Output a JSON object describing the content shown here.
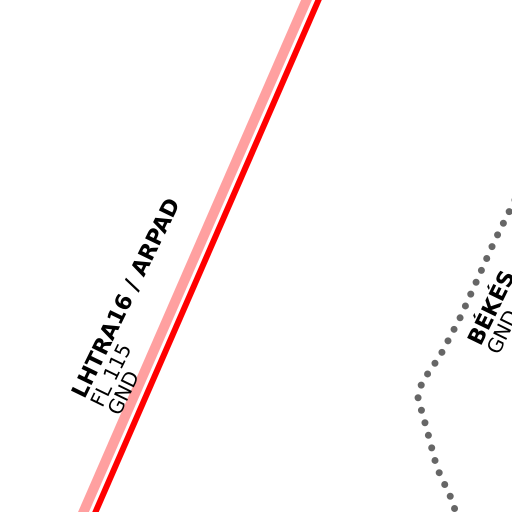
{
  "map": {
    "background": "#ffffff",
    "airspaces": [
      {
        "name": "LHTRA16 / ARPAD",
        "upper_limit": "FL 115",
        "lower_limit": "GND",
        "border_color": "#ff0000",
        "band_color": "#ffa0a0"
      },
      {
        "name": "BÉKÉS",
        "lower_limit": "GND",
        "border_style": "dotted",
        "border_color": "#666666"
      }
    ]
  }
}
